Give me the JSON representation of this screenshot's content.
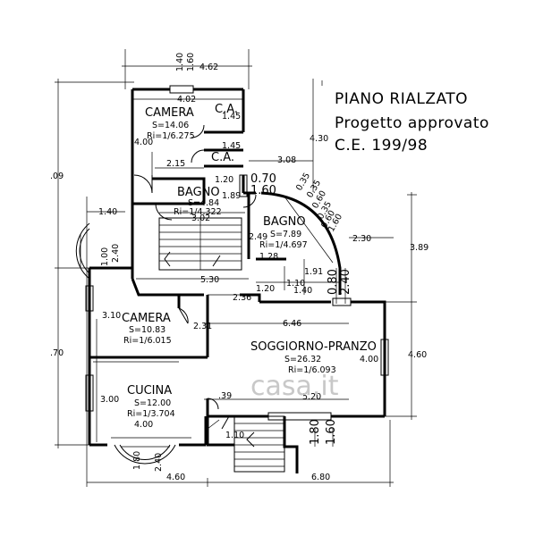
{
  "title": {
    "line1": "PIANO RIALZATO",
    "line2": "Progetto approvato",
    "line3": "C.E. 199/98"
  },
  "rooms": [
    {
      "name": "CAMERA",
      "area": "S=14.06",
      "ratio": "Ri=1/6.275"
    },
    {
      "name": "C.A.",
      "area": "",
      "ratio": ""
    },
    {
      "name": "C.A.",
      "area": "",
      "ratio": ""
    },
    {
      "name": "BAGNO",
      "area": "S=4.84",
      "ratio": "Ri=1/4.322"
    },
    {
      "name": "BAGNO",
      "area": "S=7.89",
      "ratio": "Ri=1/4.697"
    },
    {
      "name": "CAMERA",
      "area": "S=10.83",
      "ratio": "Ri=1/6.015"
    },
    {
      "name": "SOGGIORNO-PRANZO",
      "area": "S=26.32",
      "ratio": "Ri=1/6.093"
    },
    {
      "name": "CUCINA",
      "area": "S=12.00",
      "ratio": "Ri=1/3.704"
    }
  ],
  "dimensions": [
    "1.40",
    "1.60",
    "4.62",
    "4.02",
    "1.45",
    "1.45",
    "4.00",
    "2.15",
    "4.30",
    "3.08",
    "1.20",
    "0.70",
    "1.89",
    "1.60",
    "3.02",
    "0.35",
    "0.35",
    "0.60",
    "0.35",
    "0.60",
    "1.60",
    "1.40",
    "1.00",
    "2.40",
    "2.49",
    "1.28",
    "2.30",
    "3.89",
    "1.91",
    "1.10",
    "1.40",
    "0.80",
    "2.40",
    "5.30",
    "1.20",
    "2.36",
    "3.10",
    "2.31",
    "6.46",
    "4.00",
    "4.60",
    "3.00",
    "5.20",
    ".39",
    "1.10",
    "1.80",
    "1.60",
    "1.80",
    "2.40",
    "4.00",
    "4.60",
    "6.80",
    ".09",
    ".70"
  ],
  "watermark": "casa.it"
}
